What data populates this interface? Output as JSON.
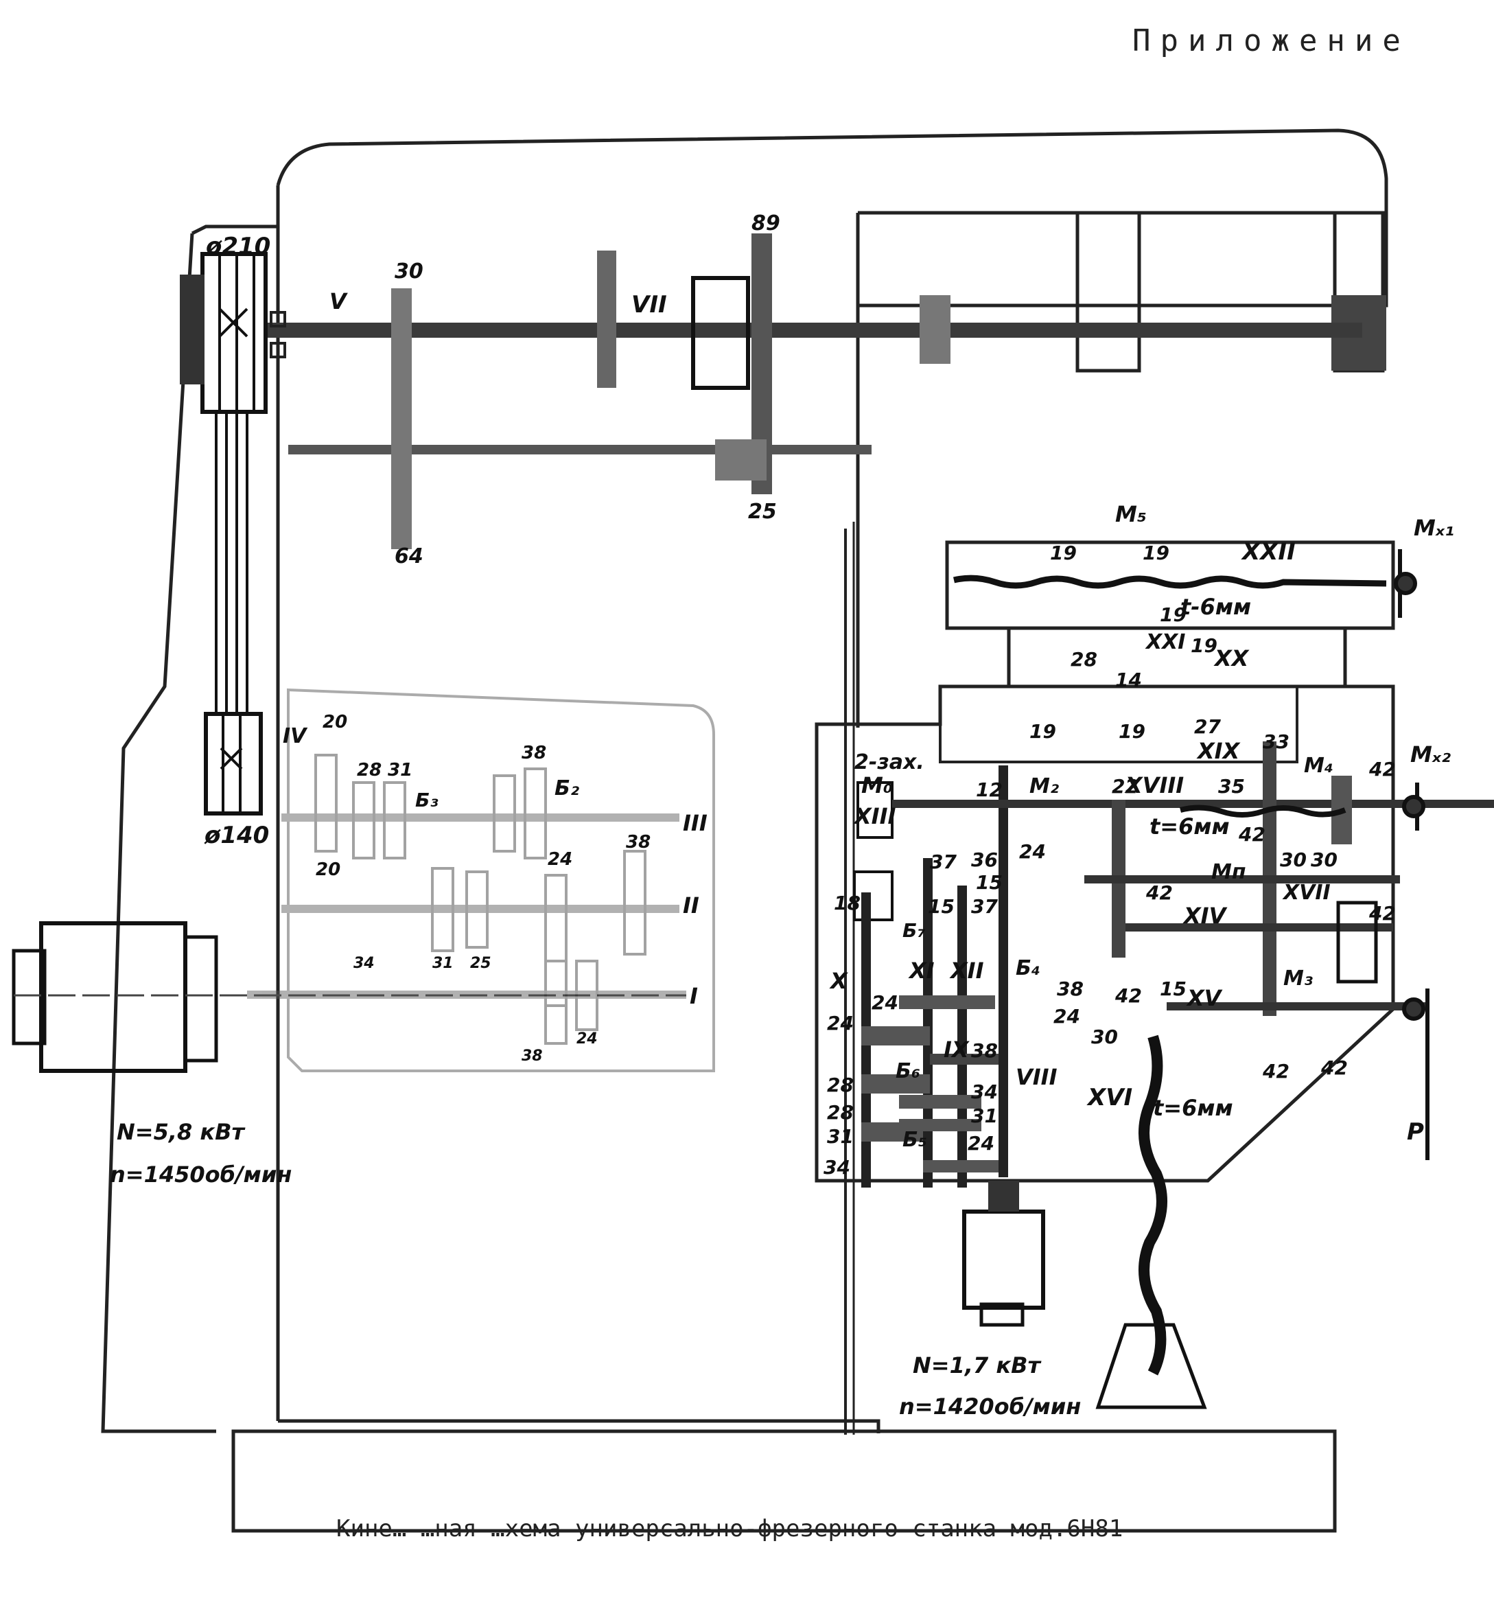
{
  "header": "Приложение",
  "caption": "Кине… …ная …хема универсально-фрезерного станка мод.6Н81",
  "main_motor": {
    "power": "N=5,8 кВт",
    "speed": "n=1450об/мин"
  },
  "feed_motor": {
    "power": "N=1,7 кВт",
    "speed": "n=1420об/мин"
  },
  "pulleys": {
    "top": "ø210",
    "bottom": "ø140"
  },
  "shafts": [
    "I",
    "II",
    "III",
    "IV",
    "V",
    "VII",
    "VIII",
    "IX",
    "X",
    "XI",
    "XII",
    "XIII",
    "XIV",
    "XV",
    "XVI",
    "XVII",
    "XVIII",
    "XIX",
    "XX",
    "XXI",
    "XXII"
  ],
  "clutches": [
    "M₀",
    "M₂",
    "M₃",
    "M₄",
    "M₅",
    "Mп",
    "Mₓ₁",
    "Mₓ₂"
  ],
  "blocks": [
    "Б₂",
    "Б₃",
    "Б₄",
    "Б₅",
    "Б₆",
    "Б₇"
  ],
  "labels": {
    "two_start": "2-зах.",
    "pitch": "t=6мм",
    "pitch2": "t-6мм",
    "pitch3": "t=6мм",
    "handle": "P"
  },
  "gears": {
    "spindle": [
      "30",
      "89",
      "25",
      "64"
    ],
    "gearbox": [
      "20",
      "28",
      "31",
      "38",
      "24",
      "38",
      "20",
      "34",
      "31",
      "25",
      "24",
      "38"
    ],
    "feedbox": [
      "12",
      "36",
      "37",
      "15",
      "15",
      "37",
      "24",
      "38",
      "24",
      "24",
      "38",
      "28",
      "34",
      "31",
      "28",
      "24",
      "31",
      "34",
      "18"
    ],
    "apron": [
      "22",
      "35",
      "24",
      "42",
      "42",
      "42",
      "42",
      "30",
      "30",
      "42",
      "15",
      "30",
      "42",
      "42",
      "33",
      "27",
      "19",
      "19",
      "28",
      "14",
      "19",
      "19",
      "19",
      "19"
    ]
  }
}
